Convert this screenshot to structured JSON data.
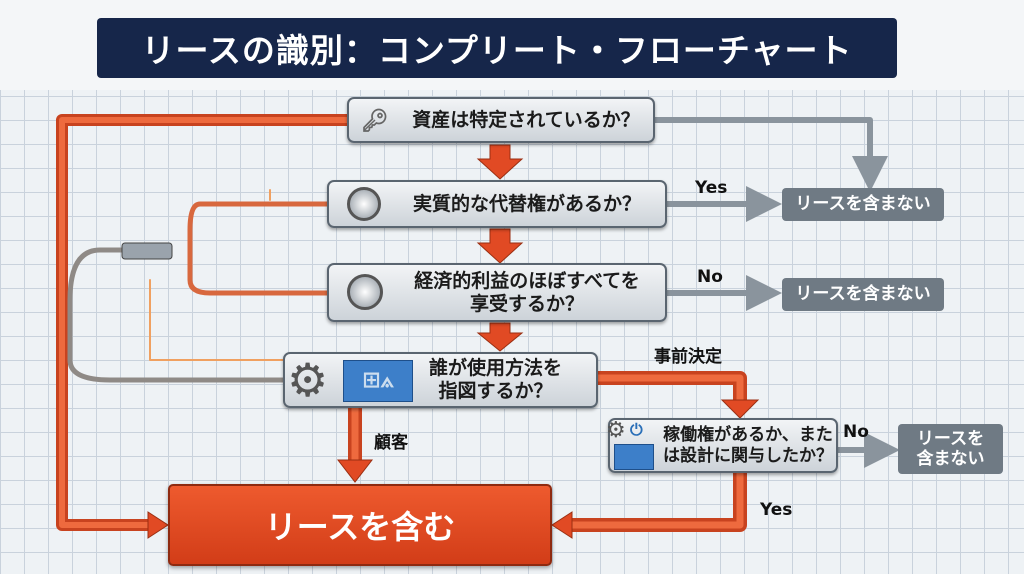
{
  "title": "リースの識別：コンプリート・フローチャート",
  "questions": {
    "q1": "資産は特定されているか？",
    "q2": "実質的な代替権があるか？",
    "q3_line1": "経済的利益のほぼすべてを",
    "q3_line2": "享受するか？",
    "q4_line1": "誰が使用方法を",
    "q4_line2": "指図するか？",
    "q5_line1": "稼働権があるか、また",
    "q5_line2": "は設計に関与したか？"
  },
  "outcomes": {
    "no_lease": "リースを含まない",
    "no_lease_line1": "リースを",
    "no_lease_line2": "含まない",
    "lease": "リースを含む"
  },
  "labels": {
    "yes": "Yes",
    "no": "No",
    "predetermined": "事前決定",
    "customer": "顧客"
  },
  "colors": {
    "pipe_orange": "#e4502a",
    "title_bg": "#16264a",
    "gray_box": "#6f7a84"
  }
}
